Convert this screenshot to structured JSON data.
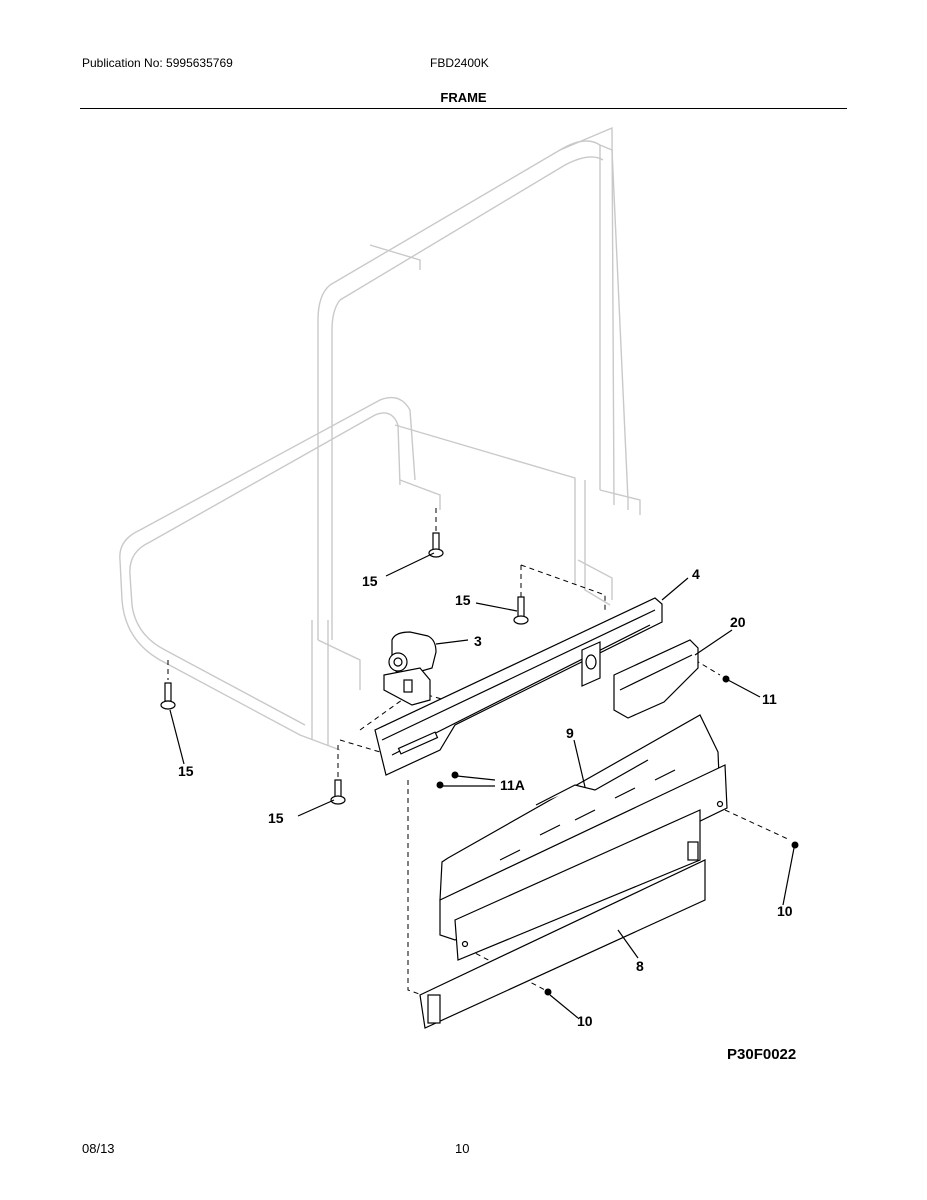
{
  "header": {
    "publication": "Publication No: 5995635769",
    "model": "FBD2400K",
    "section_title": "FRAME"
  },
  "diagram": {
    "callouts": {
      "c15a": "15",
      "c15b": "15",
      "c15c": "15",
      "c15d": "15",
      "c3": "3",
      "c4": "4",
      "c20": "20",
      "c11": "11",
      "c11a": "11A",
      "c9": "9",
      "c10a": "10",
      "c10b": "10",
      "c8": "8"
    },
    "figure_code": "P30F0022"
  },
  "footer": {
    "date": "08/13",
    "page": "10"
  }
}
